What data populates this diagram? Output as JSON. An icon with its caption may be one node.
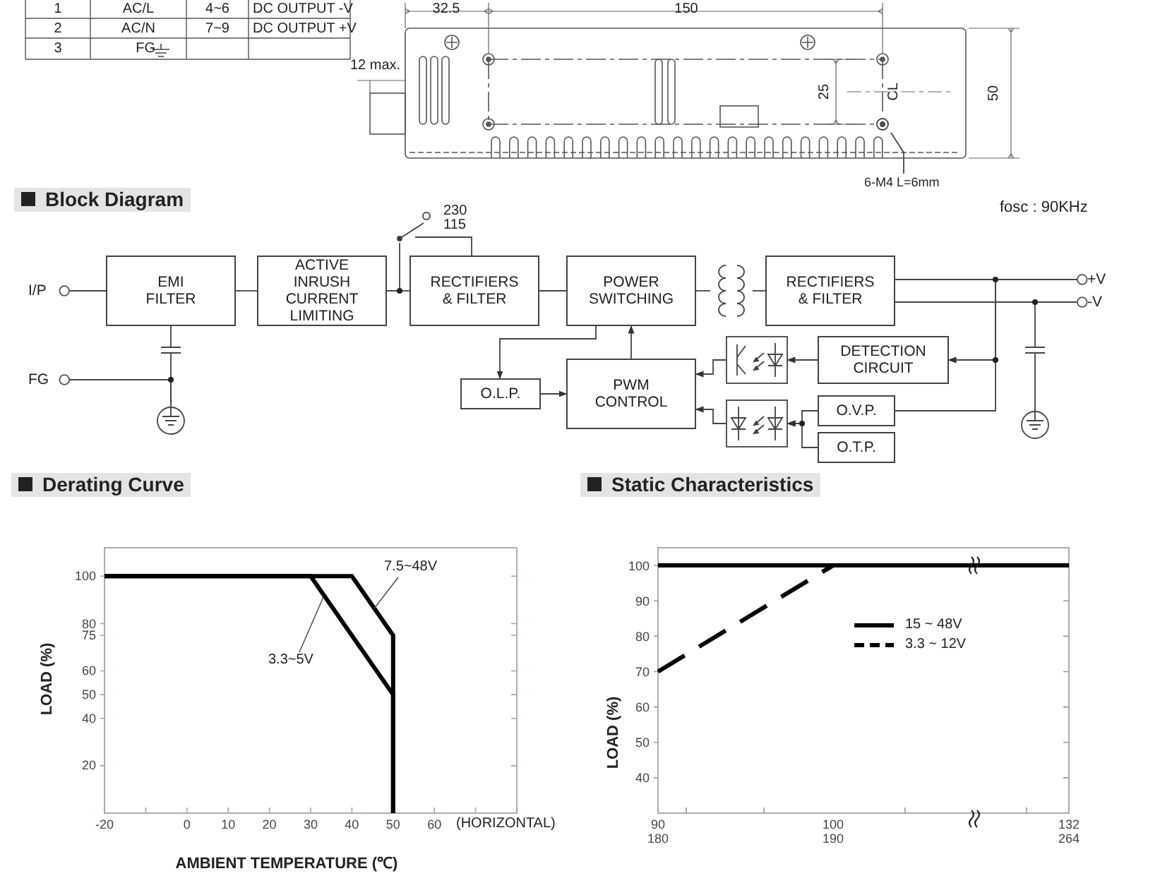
{
  "diagram": {
    "nodes": [
      {
        "text": [
          "I/P"
        ]
      },
      {
        "text": [
          "FG"
        ]
      },
      {
        "text": [
          "EMI FILTER"
        ]
      },
      {
        "text": [
          "ACTIVE INRUSH CURRENT LIMITING"
        ]
      },
      {
        "text": [
          "RECTIFIERS & FILTER"
        ]
      },
      {
        "text": [
          "POWER SWITCHING"
        ]
      },
      {
        "text": [],
        "shape": "transformer"
      },
      {
        "text": [
          "RECTIFIERS & FILTER"
        ]
      },
      {
        "text": [
          "+V"
        ]
      },
      {
        "text": [
          "-V"
        ]
      },
      {
        "text": [
          "O.L.P."
        ]
      },
      {
        "text": [
          "PWM CONTROL"
        ]
      },
      {
        "text": [],
        "shape": "optocoupler"
      },
      {
        "text": [
          "DETECTION CIRCUIT"
        ]
      },
      {
        "text": [],
        "shape": "optocoupler"
      },
      {
        "text": [
          "O.V.P."
        ]
      },
      {
        "text": [
          "O.T.P."
        ]
      },
      {
        "text": [],
        "shape": "ground"
      },
      {
        "text": [],
        "shape": "ground"
      },
      {
        "text": [],
        "shape": "switch",
        "beside": [
          "230",
          "115"
        ]
      },
      {
        "text": [
          "6-M4 L=6mm"
        ]
      },
      {
        "text": [],
        "shape": "hole"
      }
    ],
    "edges": [
      {
        "from": 0,
        "to": 2,
        "arrow": "other"
      },
      {
        "from": 2,
        "to": 3,
        "arrow": "none"
      },
      {
        "from": 3,
        "to": 4,
        "arrow": "none"
      },
      {
        "from": 4,
        "to": 5,
        "arrow": "none"
      },
      {
        "from": 5,
        "to": 6,
        "arrow": "none"
      },
      {
        "from": 6,
        "to": 7,
        "arrow": "none"
      },
      {
        "from": 7,
        "to": 8,
        "arrow": "other"
      },
      {
        "from": 7,
        "to": 9,
        "arrow": "other"
      },
      {
        "from": 5,
        "to": 10,
        "arrow": "to"
      },
      {
        "from": 10,
        "to": 11,
        "arrow": "to"
      },
      {
        "from": 11,
        "to": 5,
        "arrow": "to"
      },
      {
        "from": 13,
        "to": 12,
        "arrow": "to"
      },
      {
        "from": 12,
        "to": 11,
        "arrow": "to"
      },
      {
        "from": 7,
        "to": 13,
        "arrow": "to"
      },
      {
        "from": 7,
        "to": 15,
        "arrow": "none"
      },
      {
        "from": 15,
        "to": 14,
        "arrow": "to"
      },
      {
        "from": 16,
        "to": 14,
        "arrow": "to"
      },
      {
        "from": 14,
        "to": 11,
        "arrow": "to"
      },
      {
        "from": 1,
        "to": 17,
        "arrow": "other"
      },
      {
        "from": 2,
        "to": 17,
        "arrow": "none"
      },
      {
        "from": 7,
        "to": 18,
        "arrow": "none"
      },
      {
        "from": 3,
        "to": 19,
        "arrow": "none"
      },
      {
        "from": 19,
        "to": 4,
        "arrow": "none"
      },
      {
        "from": 20,
        "to": 21,
        "arrow": "none"
      }
    ],
    "labels": [
      "1",
      "AC/L",
      "4~6",
      "DC OUTPUT -V",
      "2",
      "AC/N",
      "7~9",
      "DC OUTPUT +V",
      "3",
      "FG",
      "32.5",
      "150",
      "12 max.",
      "25",
      "CL",
      "50",
      "Block Diagram",
      "fosc : 90KHz"
    ],
    "chart_data": [
      {
        "type": "line",
        "title": "Derating Curve",
        "xlabel": "AMBIENT TEMPERATURE (℃)",
        "ylabel": "LOAD (%)",
        "xlim": [
          -20,
          80
        ],
        "ylim": [
          0,
          112
        ],
        "x": [
          -20,
          30,
          40,
          50,
          50
        ],
        "xticks": [
          -20,
          0,
          10,
          20,
          30,
          40,
          50,
          60
        ],
        "yticks": [
          100,
          80,
          75,
          60,
          50,
          40,
          20
        ],
        "series": [
          {
            "name": "7.5~48V",
            "color": "#000000",
            "values": [
              100,
              null,
              100,
              75,
              0
            ]
          },
          {
            "name": "3.3~5V",
            "color": "#000000",
            "values": [
              100,
              100,
              null,
              50,
              0
            ]
          }
        ],
        "annotations": [
          "(HORIZONTAL)"
        ]
      },
      {
        "type": "line",
        "title": "Static Characteristics",
        "ylabel": "LOAD (%)",
        "ylim": [
          30,
          105
        ],
        "categories": [
          "90 180",
          "100 190",
          "132 264"
        ],
        "yticks": [
          100,
          90,
          80,
          70,
          60,
          50,
          40
        ],
        "legend": "upper right",
        "series": [
          {
            "name": "15 ~ 48V",
            "color": "#000000",
            "values": [
              100,
              100,
              100
            ]
          },
          {
            "name": "3.3 ~ 12V",
            "color": "#000000",
            "line_style": "dashed",
            "values": [
              70,
              100,
              100
            ]
          }
        ]
      }
    ]
  }
}
